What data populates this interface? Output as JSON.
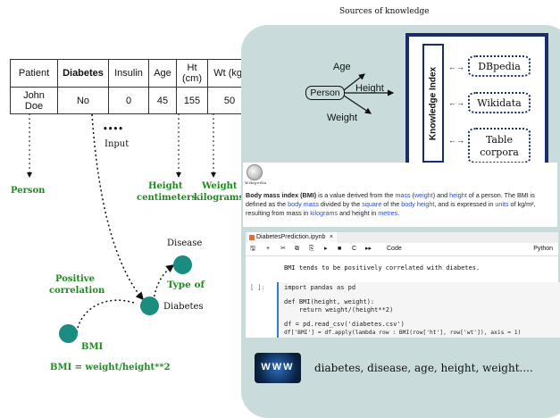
{
  "title": "Sources of knowledge",
  "table": {
    "headers": [
      "Patient",
      "Diabetes",
      "Insulin",
      "Age",
      "Ht (cm)",
      "Wt (kg)"
    ],
    "row": [
      "John Doe",
      "No",
      "0",
      "45",
      "155",
      "50"
    ]
  },
  "input_dots": "••••",
  "input_label": "Input",
  "labels": {
    "person": "Person",
    "height": "Height",
    "centimeters": "centimeters",
    "weight": "Weight",
    "kilograms": "kilograms",
    "disease": "Disease",
    "type_of": "Type of",
    "positive": "Positive",
    "correlation": "correlation",
    "diabetes": "Diabetes",
    "bmi": "BMI",
    "bmi_formula": "BMI = weight/height**2"
  },
  "kg": {
    "age": "Age",
    "person": "Person",
    "height": "Height",
    "weight": "Weight",
    "knowledge_index": "Knowledge Index",
    "sources": [
      "DBpedia",
      "Wikidata",
      "Table corpora"
    ],
    "arrow": "←→"
  },
  "wiki": {
    "logo_text": "Wikipedia",
    "bold": "Body mass index",
    "abbr": "(BMI)",
    "t1": " is a value derived from the ",
    "l1": "mass",
    "t2": " (",
    "l2": "weight",
    "t3": ") and ",
    "l3": "height",
    "t4": " of a person. The BMI is defined as the ",
    "l4": "body mass",
    "t5": " divided by the ",
    "l5": "square",
    "t6": " of the ",
    "l6": "body height",
    "t7": ", and is expressed in ",
    "l7": "units",
    "t8": " of kg/m², resulting from mass in ",
    "l8": "kilograms",
    "t9": " and height in ",
    "l9": "metres",
    "t10": "."
  },
  "notebook": {
    "tab": "DiabetesPrediction.ipynb",
    "close": "×",
    "toolbar_icons": [
      "save-icon",
      "add-icon",
      "cut-icon",
      "copy-icon",
      "paste-icon",
      "run-icon",
      "stop-icon",
      "restart-icon",
      "fast-forward-icon"
    ],
    "toolbar_glyphs": [
      "🖫",
      "+",
      "✂",
      "⧉",
      "⎘",
      "▸",
      "■",
      "C",
      "▸▸"
    ],
    "cell_type": "Code",
    "kernel": "Python",
    "markdown": "BMI tends to be positively correlated with diabetes.",
    "prompt": "[ ]:",
    "code": [
      "import pandas as pd",
      "",
      "def BMI(height, weight):",
      "    return weight/(height**2)",
      "",
      "df = pd.read_csv('diabetes.csv')",
      "df['BMI'] = df.apply(lambda row : BMI(row['ht'], row['wt']), axis = 1)"
    ]
  },
  "web": {
    "badge": "WWW",
    "keywords": "diabetes, disease, age, height, weight...."
  },
  "colors": {
    "green": "#1f8b1f",
    "node": "#1b8c80",
    "panel": "#c9dcdb",
    "navy": "#1a2d66",
    "link": "#2a4bd7"
  }
}
